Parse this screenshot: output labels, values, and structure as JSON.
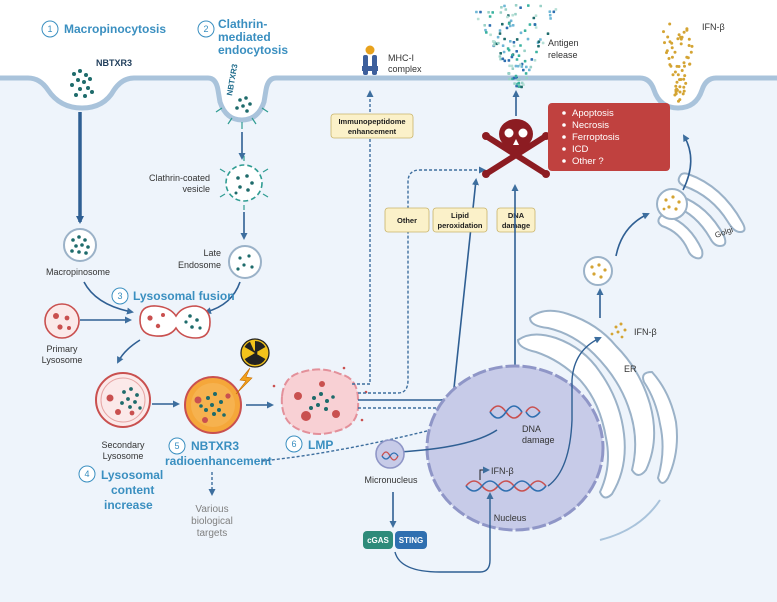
{
  "steps": {
    "s1": {
      "num": "1",
      "title": "Macropinocytosis"
    },
    "s2": {
      "num": "2",
      "title_l1": "Clathrin-",
      "title_l2": "mediated",
      "title_l3": "endocytosis"
    },
    "s3": {
      "num": "3",
      "title": "Lysosomal fusion"
    },
    "s4": {
      "num": "4",
      "title_l1": "Lysosomal",
      "title_l2": "content",
      "title_l3": "increase"
    },
    "s5": {
      "num": "5",
      "title_l1": "NBTXR3",
      "title_l2": "radioenhancement"
    },
    "s6": {
      "num": "6",
      "title": "LMP"
    }
  },
  "labels": {
    "nbtxr3_top": "NBTXR3",
    "nbtxr3_pit": "NBTXR3",
    "clathrin_vesicle_l1": "Clathrin-coated",
    "clathrin_vesicle_l2": "vesicle",
    "late_endosome_l1": "Late",
    "late_endosome_l2": "Endosome",
    "macropinosome": "Macropinosome",
    "primary_lysosome_l1": "Primary",
    "primary_lysosome_l2": "Lysosome",
    "secondary_lysosome_l1": "Secondary",
    "secondary_lysosome_l2": "Lysosome",
    "various_l1": "Various",
    "various_l2": "biological",
    "various_l3": "targets",
    "mhc_l1": "MHC-I",
    "mhc_l2": "complex",
    "antigen_l1": "Antigen",
    "antigen_l2": "release",
    "ifnb_top": "IFN-β",
    "ifnb_er": "IFN-β",
    "ifnb_nucleus": "IFN-β",
    "golgi": "Golgi",
    "er": "ER",
    "dna_damage_l1": "DNA",
    "dna_damage_l2": "damage",
    "micronucleus": "Micronucleus",
    "nucleus": "Nucleus",
    "cgas": "cGAS",
    "sting": "STING"
  },
  "boxes": {
    "immuno_l1": "Immunopeptidome",
    "immuno_l2": "enhancement",
    "other": "Other",
    "lipid_l1": "Lipid",
    "lipid_l2": "peroxidation",
    "dna_l1": "DNA",
    "dna_l2": "damage"
  },
  "death_modes": [
    "Apoptosis",
    "Necrosis",
    "Ferroptosis",
    "ICD",
    "Other ?"
  ],
  "colors": {
    "step_blue": "#3a8fc0",
    "membrane": "#a9c3db",
    "cytoplasm": "#eef4fb",
    "nanoparticle": "#1e6b6b",
    "lysosome_red": "#c9504f",
    "death_box": "#c0413f",
    "label_box": "#fbf1c9",
    "ifn_gold": "#d4a433",
    "nucleus": "#c7cbe8",
    "cgas": "#2e8b7a",
    "sting": "#2f6fb0",
    "skull": "#8c1c22"
  },
  "icons": {
    "radiation": "radiation-icon",
    "lightning": "lightning-icon",
    "skull": "skull-crossbones-icon"
  }
}
